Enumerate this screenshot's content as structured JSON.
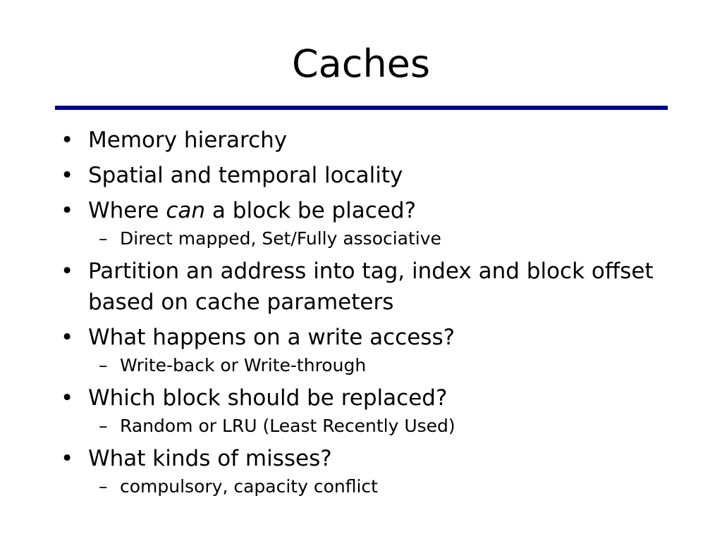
{
  "slide": {
    "title": "Caches",
    "bullet_glyph": "•",
    "dash_glyph": "–",
    "accent_color": "#00008b",
    "items": [
      {
        "text": "Memory hierarchy"
      },
      {
        "text": "Spatial and temporal locality"
      },
      {
        "pre": "Where ",
        "emph": "can",
        "post": " a block be placed?",
        "sub": "Direct mapped, Set/Fully associative"
      },
      {
        "text": "Partition an address into tag, index and block offset based on cache parameters"
      },
      {
        "text": "What happens on a write access?",
        "sub": "Write-back or Write-through"
      },
      {
        "text": "Which block should be replaced?",
        "sub": "Random or LRU (Least Recently Used)"
      },
      {
        "text": "What kinds of misses?",
        "sub": "compulsory, capacity conflict"
      }
    ]
  }
}
